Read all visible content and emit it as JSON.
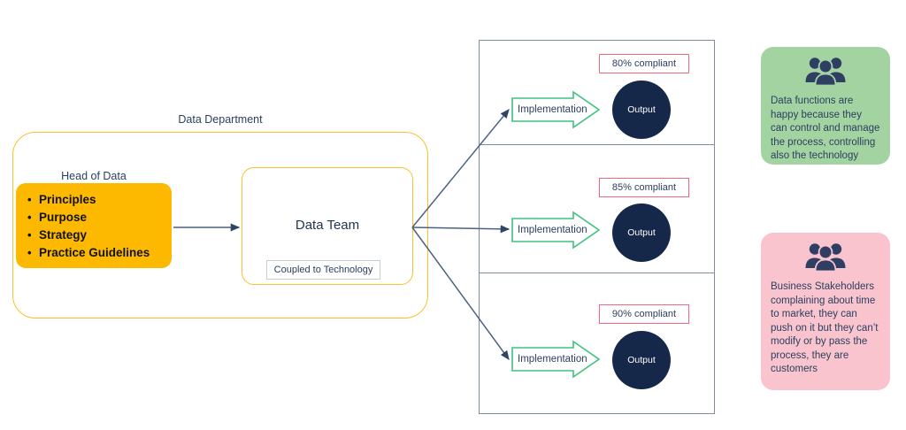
{
  "department": {
    "label": "Data Department",
    "head": {
      "label": "Head of Data",
      "items": [
        "Principles",
        "Purpose",
        "Strategy",
        "Practice Guidelines"
      ]
    },
    "team": {
      "title": "Data Team",
      "chip": "Coupled to Technology"
    }
  },
  "panels": [
    {
      "compliance": "80% compliant",
      "implementation": "Implementation",
      "output": "Output"
    },
    {
      "compliance": "85% compliant",
      "implementation": "Implementation",
      "output": "Output"
    },
    {
      "compliance": "90% compliant",
      "implementation": "Implementation",
      "output": "Output"
    }
  ],
  "callouts": [
    {
      "icon": "people-group-icon",
      "text": "Data functions are happy because they can control and manage the process, controlling also the technology",
      "color": "#a4d3a2"
    },
    {
      "icon": "people-group-icon",
      "text": "Business Stakeholders complaining about time to market, they can push on it but they can’t modify or by pass the process, they are customers",
      "color": "#f9c4cd"
    }
  ],
  "colors": {
    "yellow_border": "#fac02c",
    "yellow_fill": "#fcb900",
    "navy": "#16284a",
    "green_arrow": "#3ec27e",
    "pink_border": "#f4687d",
    "panel_border": "#7d8ba3",
    "connector": "#3f5574"
  }
}
